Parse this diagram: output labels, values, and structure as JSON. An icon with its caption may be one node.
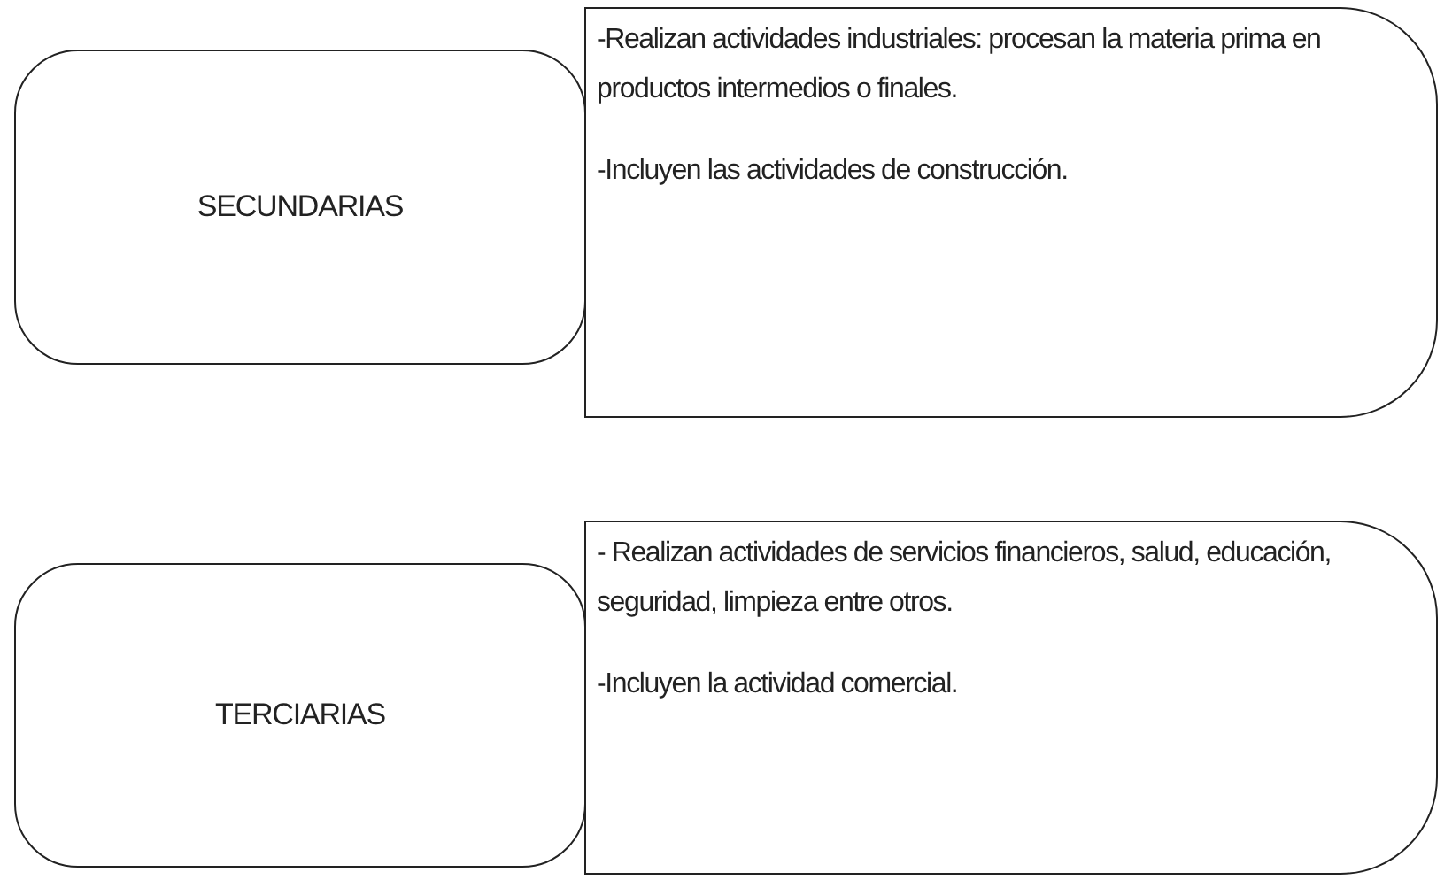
{
  "diagram": {
    "nodes": [
      {
        "text": [
          "SECUNDARIAS"
        ]
      },
      {
        "text": [
          "-Realizan actividades industriales: procesan la materia prima en productos intermedios o finales.",
          "-Incluyen las actividades de construcción."
        ]
      },
      {
        "text": [
          "TERCIARIAS"
        ]
      },
      {
        "text": [
          "- Realizan actividades de servicios financieros, salud, educación, seguridad, limpieza entre otros.",
          "-Incluyen la actividad comercial."
        ]
      }
    ]
  }
}
